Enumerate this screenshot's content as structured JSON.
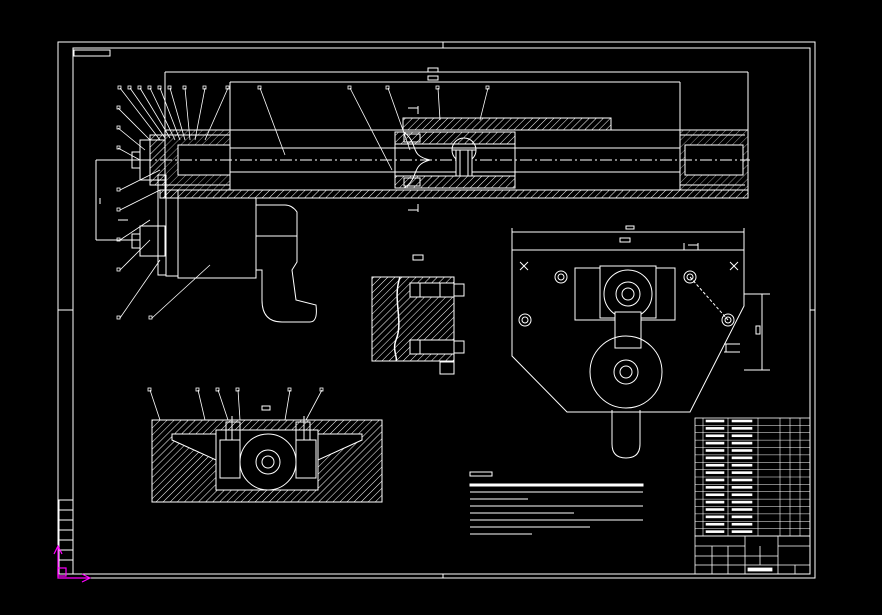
{
  "drawing": {
    "background": "#000000",
    "line_color": "#ffffff",
    "accent_color": "#ff00ff",
    "ucs_icon": "ucs-axis-icon",
    "views": [
      "top-section-view",
      "side-gearmotor-view",
      "detail-section-view",
      "end-elevation-view",
      "bottom-section-view"
    ]
  },
  "labels": {
    "top_dim": "",
    "view_a": "",
    "view_b": "",
    "view_c": "",
    "tech_req_title": ""
  }
}
